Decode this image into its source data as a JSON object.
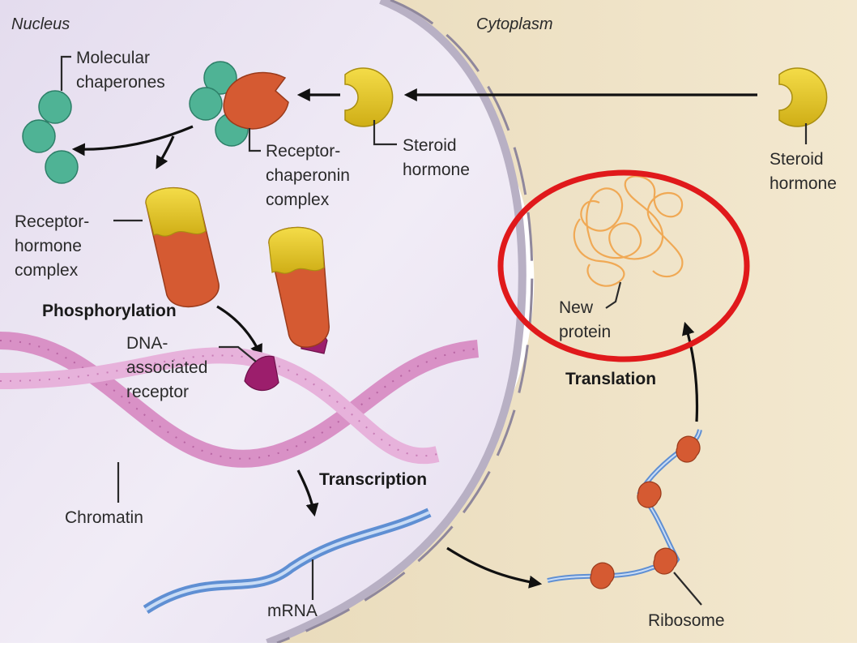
{
  "regions": {
    "nucleus": "Nucleus",
    "cytoplasm": "Cytoplasm"
  },
  "labels": {
    "molecular_chaperones": [
      "Molecular",
      "chaperones"
    ],
    "receptor_chaperonin": [
      "Receptor-",
      "chaperonin",
      "complex"
    ],
    "steroid_hormone_inner": [
      "Steroid",
      "hormone"
    ],
    "steroid_hormone_outer": [
      "Steroid",
      "hormone"
    ],
    "receptor_hormone": [
      "Receptor-",
      "hormone",
      "complex"
    ],
    "phosphorylation": "Phosphorylation",
    "dna_receptor": [
      "DNA-",
      "associated",
      "receptor"
    ],
    "chromatin": "Chromatin",
    "transcription": "Transcription",
    "mrna": "mRNA",
    "translation": "Translation",
    "new_protein": [
      "New",
      "protein"
    ],
    "ribosome": "Ribosome"
  },
  "colors": {
    "nucleus_fill": "#ebe4f2",
    "cytoplasm_fill": "#efe2c4",
    "envelope": "#a9a2b3",
    "chaperone": "#4fb395",
    "receptor": "#d55a32",
    "hormone": "#e3c526",
    "phospho": "#9c1e6c",
    "chromatin": "#d991c6",
    "mrna": "#5f8fd3",
    "protein": "#f0a955",
    "highlight_circle": "#e0191b"
  }
}
